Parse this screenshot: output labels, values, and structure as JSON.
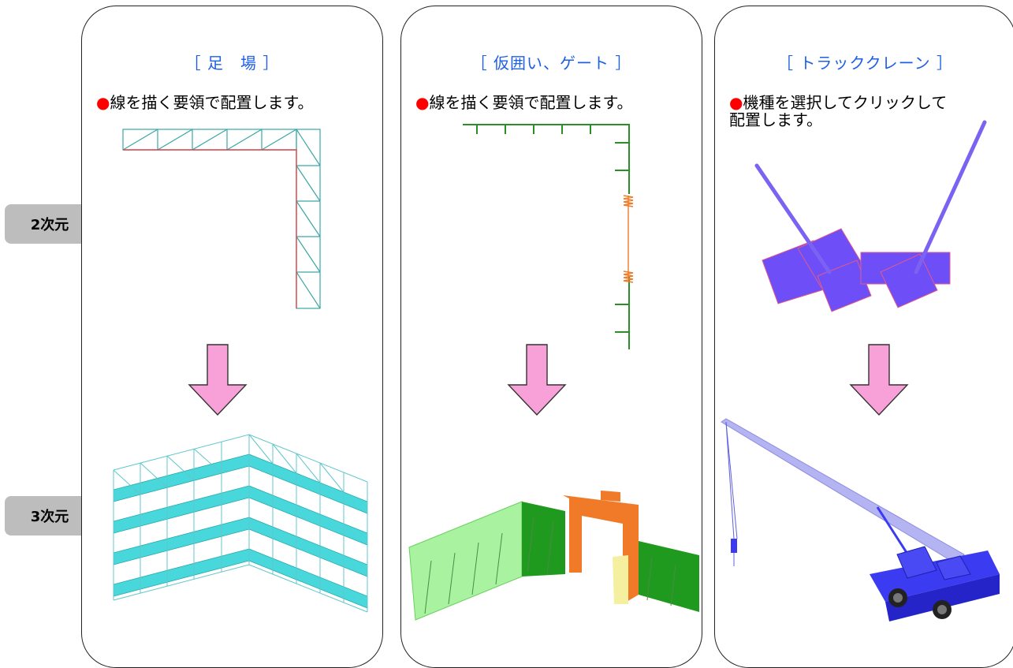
{
  "badges": {
    "two_d": "2次元",
    "three_d": "3次元"
  },
  "panels": [
    {
      "title": "［ 足　場 ］",
      "bullet": "●",
      "desc": "線を描く要領で配置します。"
    },
    {
      "title": "［ 仮囲い、ゲート ］",
      "bullet": "●",
      "desc": "線を描く要領で配置します。"
    },
    {
      "title": "［ トラッククレーン ］",
      "bullet": "●",
      "desc": "機種を選択してクリックして\n配置します。"
    }
  ],
  "colors": {
    "title": "#1e5fe6",
    "bullet": "#ff0000",
    "badge_bg": "#bdbdbd",
    "arrow": "#f7a1d8",
    "scaffold": "#3aa6a6",
    "scaffold_red": "#e0454a",
    "scaffold_3d": "#48d8dc",
    "fence": "#2a8f26",
    "fence_orange": "#f07a28",
    "crane_2d": "#6d4ef7",
    "crane_3d": "#3b3bf2",
    "boom": "#b4b4f2"
  }
}
